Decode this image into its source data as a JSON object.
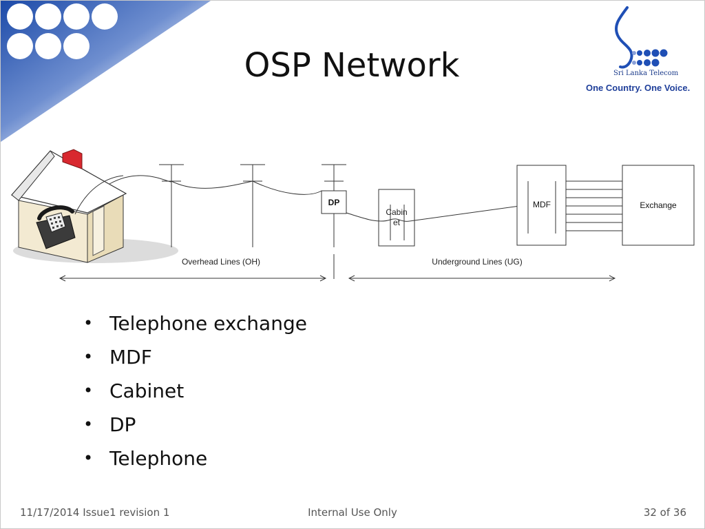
{
  "slide": {
    "title": "OSP Network",
    "logo": {
      "name": "Sri Lanka Telecom",
      "tagline": "One Country. One Voice."
    },
    "diagram": {
      "dp_label": "DP",
      "cabinet_label_1": "Cabin",
      "cabinet_label_2": "et",
      "mdf_label": "MDF",
      "exchange_label": "Exchange",
      "overhead_label": "Overhead Lines (OH)",
      "underground_label": "Underground Lines (UG)"
    },
    "bullets": [
      "Telephone exchange",
      "MDF",
      "Cabinet",
      "DP",
      "Telephone"
    ],
    "footer": {
      "left": "11/17/2014 Issue1 revision 1",
      "center": "Internal Use Only",
      "right": "32 of 36"
    }
  },
  "colors": {
    "accent_blue": "#1f4fb5",
    "logo_blue": "#1f3f9a",
    "chimney_red": "#d8282f",
    "house_beige": "#f3ead2"
  }
}
